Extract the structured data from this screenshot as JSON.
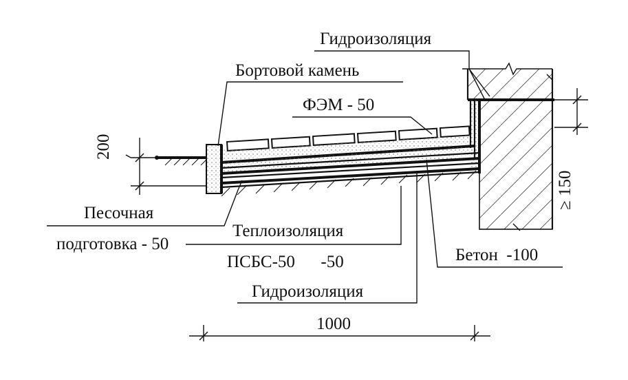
{
  "labels": {
    "waterproofing_top": "Гидроизоляция",
    "curb_stone": "Бортовой камень",
    "fem": "ФЭМ   - 50",
    "sand_line1": "Песочная",
    "sand_line2": "подготовка - 50",
    "insulation": "Теплоизоляция",
    "psbs": "ПСБС-50      -50",
    "concrete": "Бетон  -100",
    "waterproofing_bottom": "Гидроизоляция"
  },
  "dimensions": {
    "height_left": "200",
    "width_bottom": "1000",
    "height_right": "≥ 150"
  }
}
